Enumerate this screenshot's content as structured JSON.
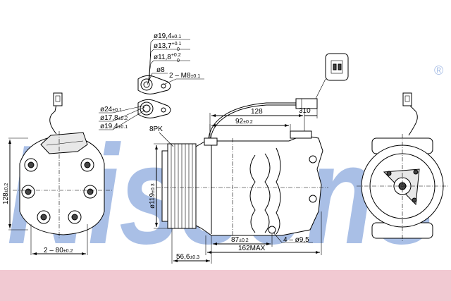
{
  "watermark": {
    "text": "Nissens",
    "registered": "®",
    "color": "#a9bfe6"
  },
  "band_color": "#f1c9d2",
  "labels": {
    "d19_4": "ø19,4",
    "d19_4_tol": "±0.1",
    "d13_7": "ø13,7",
    "d13_7_tol_up": "+0.1",
    "d13_7_tol_dn": "0",
    "d11_8": "ø11,8",
    "d11_8_tol_up": "+0.2",
    "d11_8_tol_dn": "0",
    "d8": "ø8",
    "m8": "2 – M8",
    "m8_tol": "±0.1",
    "d24": "ø24",
    "d24_tol": "±0.1",
    "d17_8": "ø17,8",
    "d17_8_tol": "±0.2",
    "d19_4b": "ø19,4",
    "d19_4b_tol": "±0.1",
    "pk": "8PK",
    "len128": "128",
    "len92": "92",
    "len92_tol": "±0.2",
    "len310": "310",
    "h128": "128",
    "h128_tol": "±0.2",
    "d119": "ø119",
    "d119_tol": "±0.3",
    "w80": "2 – 80",
    "w80_tol": "±0.2",
    "len87": "87",
    "len87_tol": "±0.2",
    "holes": "4 – ø9,5",
    "len56": "56,6",
    "len56_tol": "±0.3",
    "len162": "162MAX"
  }
}
